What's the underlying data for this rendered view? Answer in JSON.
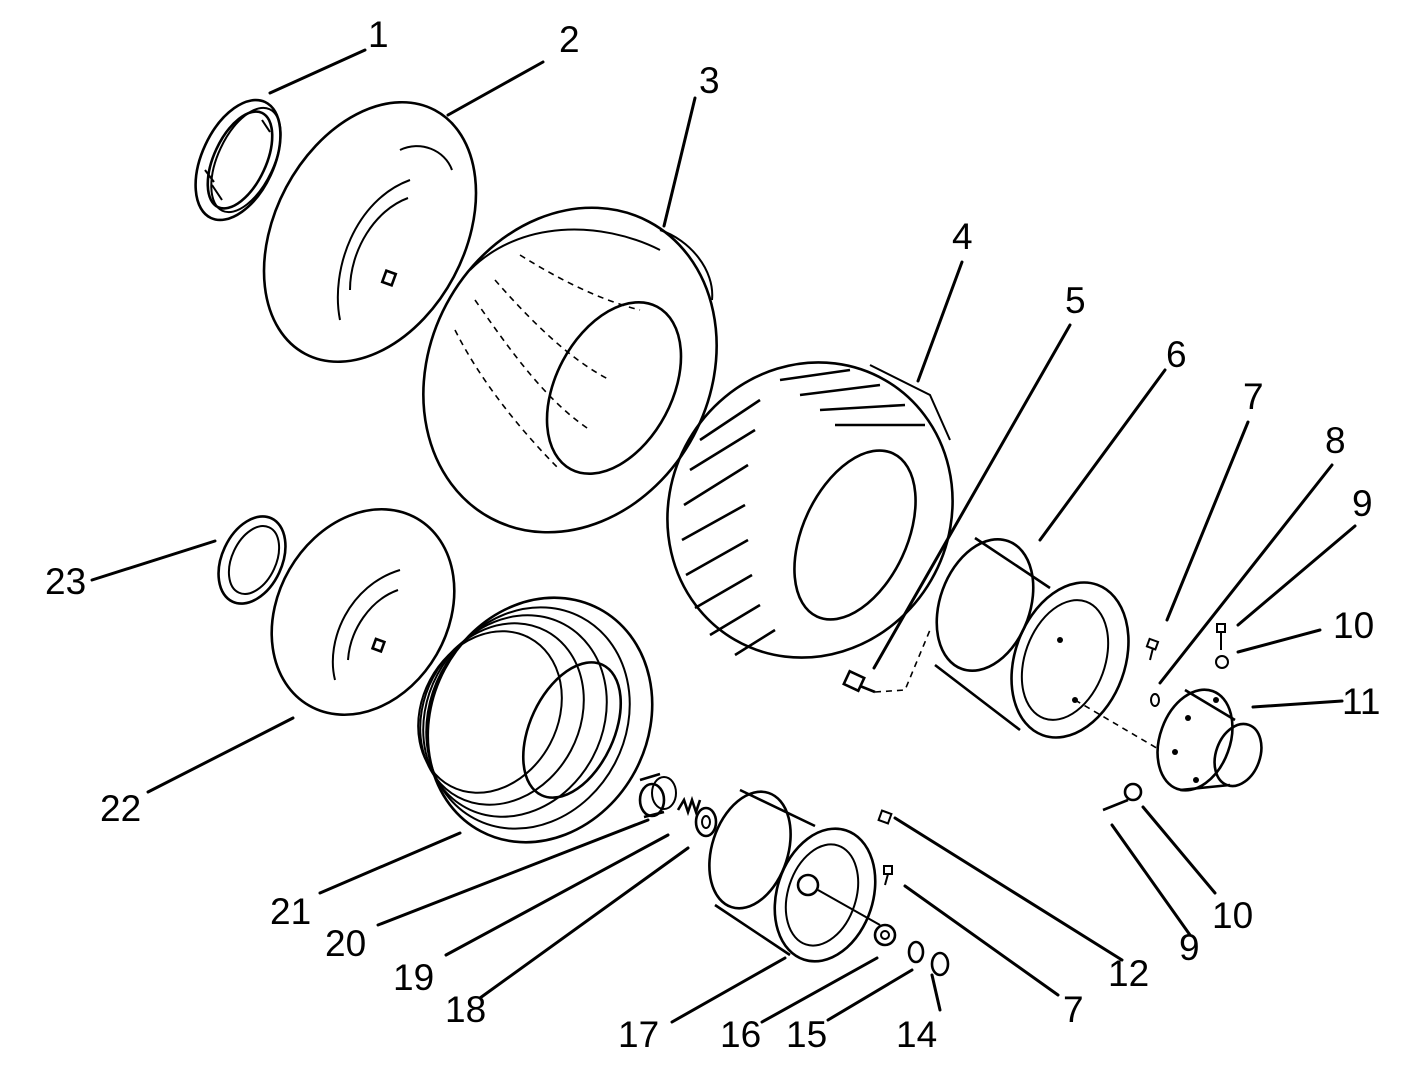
{
  "diagram": {
    "labels": {
      "l1": "1",
      "l2": "2",
      "l3": "3",
      "l4": "4",
      "l5": "5",
      "l6": "6",
      "l7a": "7",
      "l8": "8",
      "l9a": "9",
      "l10a": "10",
      "l11": "11",
      "l12": "12",
      "l7b": "7",
      "l9b": "9",
      "l10b": "10",
      "l14": "14",
      "l15": "15",
      "l16": "16",
      "l17": "17",
      "l18": "18",
      "l19": "19",
      "l20": "20",
      "l21": "21",
      "l22": "22",
      "l23": "23"
    }
  }
}
